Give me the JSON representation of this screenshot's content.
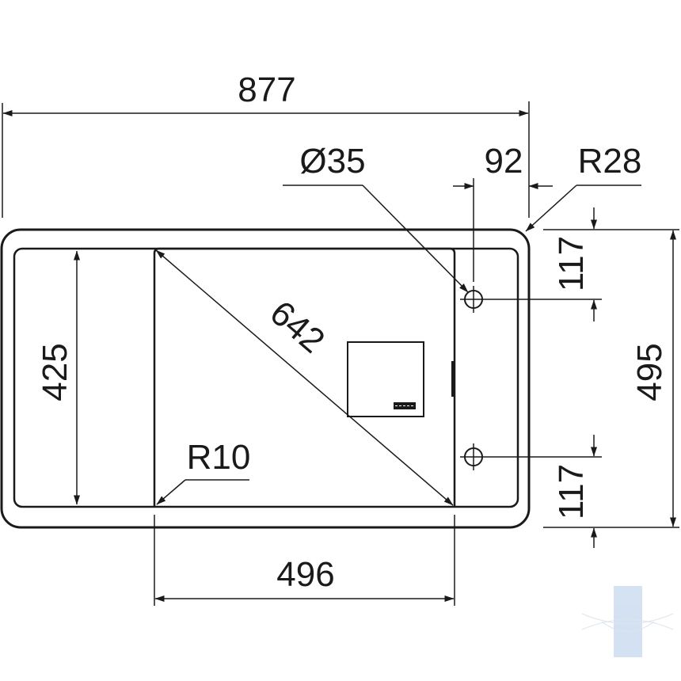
{
  "dimensions": {
    "overall_width": "877",
    "bowl_width": "496",
    "bowl_diagonal": "642",
    "bowl_depth": "425",
    "overall_depth": "495",
    "hole_offset_top": "117",
    "hole_offset_bottom": "117",
    "hole_inset": "92",
    "hole_diameter": "Ø35",
    "outer_radius": "R28",
    "inner_radius": "R10"
  },
  "colors": {
    "line": "#1a1a1a",
    "background": "#ffffff",
    "watermark": "#c5d8ee"
  }
}
